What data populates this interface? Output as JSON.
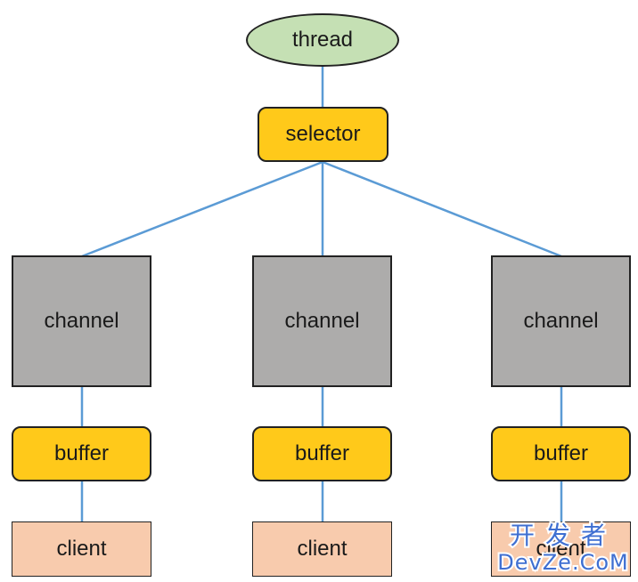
{
  "nodes": {
    "thread": "thread",
    "selector": "selector",
    "channels": [
      "channel",
      "channel",
      "channel"
    ],
    "buffers": [
      "buffer",
      "buffer",
      "buffer"
    ],
    "clients": [
      "client",
      "client",
      "client"
    ]
  },
  "watermark": {
    "cn": "开发者",
    "en": "DevZe.CoM"
  },
  "colors": {
    "thread_fill": "#c5e0b4",
    "selector_fill": "#ffc91a",
    "buffer_fill": "#ffc91a",
    "channel_fill": "#adacab",
    "client_fill": "#f8cbad",
    "connector": "#5b9bd5",
    "watermark": "#3f6fd1"
  }
}
